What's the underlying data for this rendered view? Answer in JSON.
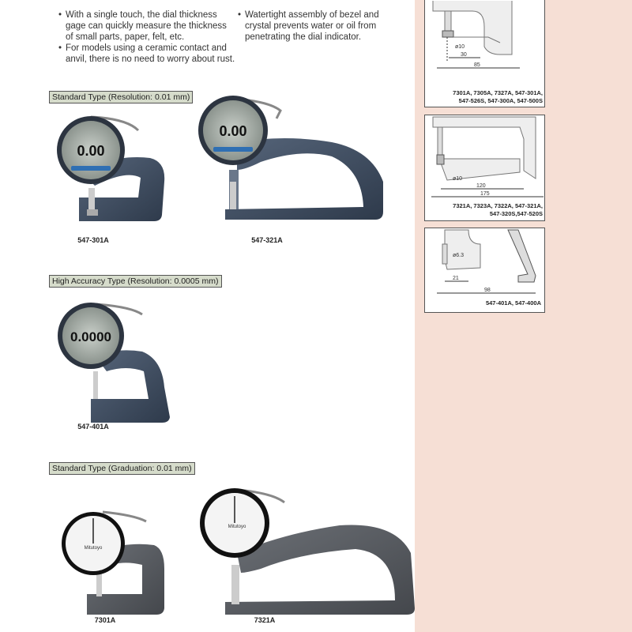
{
  "features": {
    "left": [
      "With a single touch, the dial thickness gage can quickly measure the thickness of small parts, paper, felt, etc.",
      "For models using a ceramic contact and anvil, there is no need to worry about rust."
    ],
    "right": [
      "Watertight assembly of bezel and crystal prevents water or oil from penetrating the dial indicator."
    ]
  },
  "sections": [
    {
      "title": "Standard Type (Resolution: 0.01 mm)",
      "models": [
        "547-301A",
        "547-321A"
      ],
      "readout": "0.00"
    },
    {
      "title": "High Accuracy Type (Resolution: 0.0005 mm)",
      "models": [
        "547-401A"
      ],
      "readout": "0.0000"
    },
    {
      "title": "Standard Type (Graduation: 0.01 mm)",
      "models": [
        "7301A",
        "7321A"
      ]
    }
  ],
  "brand": "Mitutoyo",
  "diagrams": [
    {
      "dims": [
        "ø10",
        "30",
        "85"
      ],
      "caption_lines": [
        "7301A, 7305A, 7327A, 547-301A,",
        "547-526S, 547-300A, 547-500S"
      ]
    },
    {
      "dims": [
        "ø10",
        "120",
        "175"
      ],
      "caption_lines": [
        "7321A, 7323A, 7322A, 547-321A,",
        "547-320S,547-520S"
      ]
    },
    {
      "dims": [
        "ø6.3",
        "21",
        "98"
      ],
      "caption_lines": [
        "547-401A, 547-400A"
      ]
    }
  ],
  "colors": {
    "panel": "#f6dfd5",
    "section_label_bg": "#d6dccb",
    "frame_digital": "#3e4b5e",
    "frame_dial": "#55585d"
  }
}
